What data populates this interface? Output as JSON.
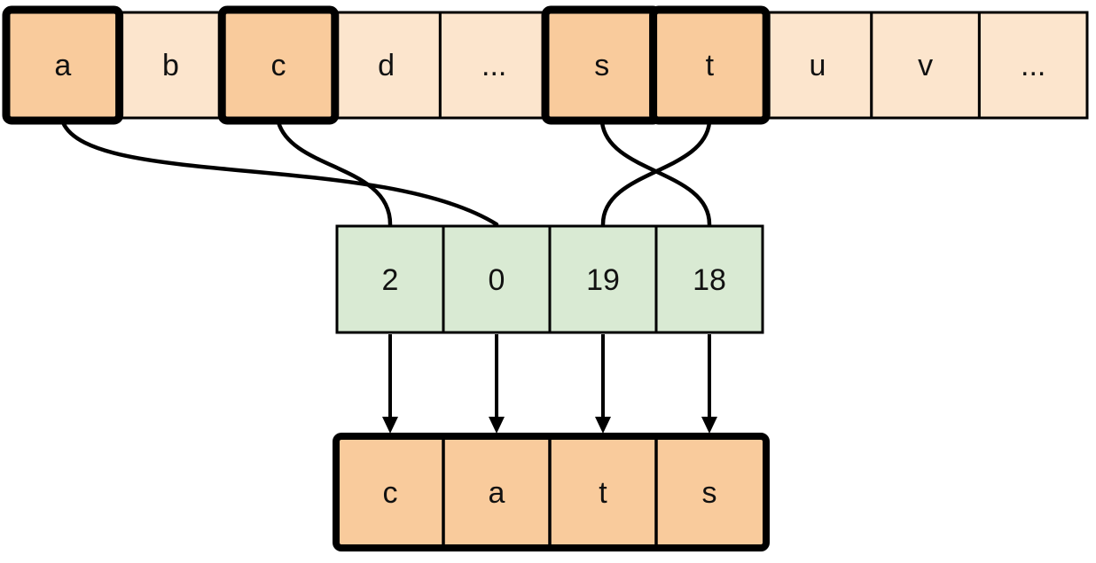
{
  "alphabet_row": {
    "cells": [
      {
        "label": "a",
        "highlighted": true
      },
      {
        "label": "b",
        "highlighted": false
      },
      {
        "label": "c",
        "highlighted": true
      },
      {
        "label": "d",
        "highlighted": false
      },
      {
        "label": "...",
        "highlighted": false
      },
      {
        "label": "s",
        "highlighted": true
      },
      {
        "label": "t",
        "highlighted": true
      },
      {
        "label": "u",
        "highlighted": false
      },
      {
        "label": "v",
        "highlighted": false
      },
      {
        "label": "...",
        "highlighted": false
      }
    ]
  },
  "index_row": {
    "cells": [
      {
        "label": "2"
      },
      {
        "label": "0"
      },
      {
        "label": "19"
      },
      {
        "label": "18"
      }
    ]
  },
  "result_row": {
    "cells": [
      {
        "label": "c"
      },
      {
        "label": "a"
      },
      {
        "label": "t"
      },
      {
        "label": "s"
      }
    ]
  },
  "connections": [
    {
      "from_letter": "c",
      "to_index": "2"
    },
    {
      "from_letter": "a",
      "to_index": "0"
    },
    {
      "from_letter": "t",
      "to_index": "19"
    },
    {
      "from_letter": "s",
      "to_index": "18"
    }
  ],
  "colors": {
    "cell_light": "#fce5cd",
    "cell_highlight": "#f9cb9c",
    "index_fill": "#d9ead3",
    "stroke": "#000000"
  }
}
